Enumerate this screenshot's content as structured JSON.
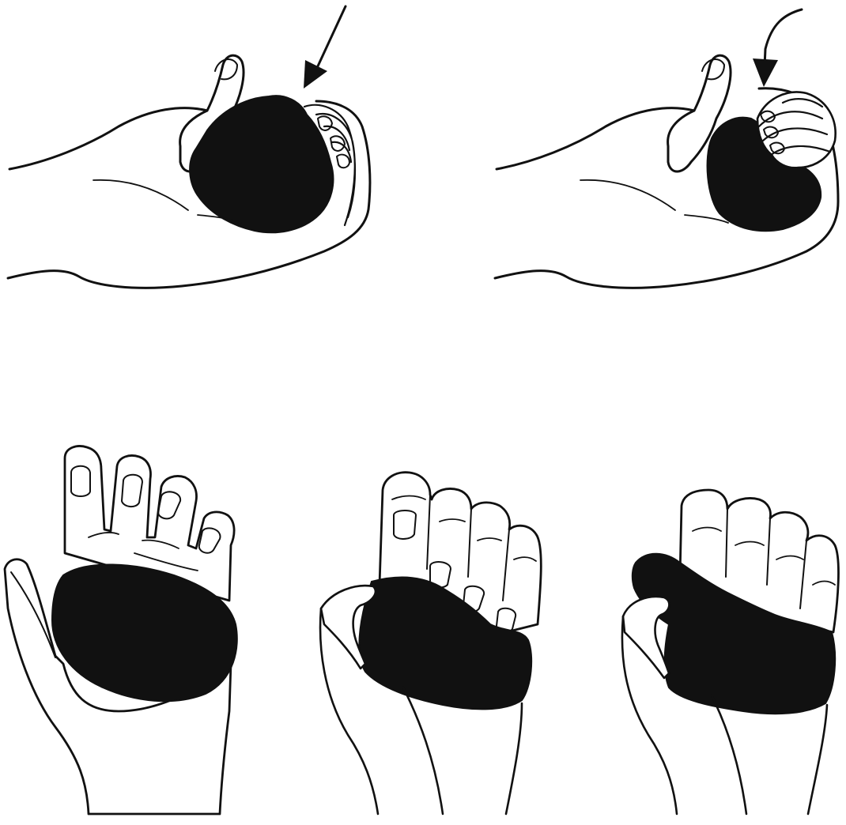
{
  "figure": {
    "colors": {
      "background": "#ffffff",
      "ink": "#111111",
      "putty": "#111111",
      "skin": "#ffffff"
    },
    "panels": [
      {
        "id": "side-squeeze-ball",
        "view": "side",
        "arrow": "straight-arrow-icon"
      },
      {
        "id": "side-curl-fingers",
        "view": "side",
        "arrow": "curved-arrow-icon"
      },
      {
        "id": "palm-hold-putty",
        "view": "palm-up"
      },
      {
        "id": "fist-squeeze-putty",
        "view": "fist"
      },
      {
        "id": "fist-thumb-press-putty",
        "view": "fist"
      }
    ]
  }
}
